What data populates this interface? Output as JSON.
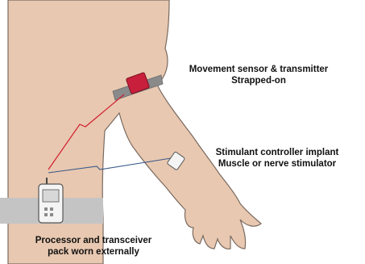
{
  "labels": {
    "sensor": {
      "line1": "Movement sensor & transmitter",
      "line2": "Strapped-on"
    },
    "implant": {
      "line1": "Stimulant controller implant",
      "line2": "Muscle or nerve stimulator"
    },
    "processor": {
      "line1": "Processor and transceiver",
      "line2": "pack worn externally"
    }
  },
  "colors": {
    "skin": "#e8c8b0",
    "skin_outline": "#7a6a60",
    "belt": "#c4c4c4",
    "strap": "#8a8a8a",
    "sensor": "#c8203c",
    "signal_red": "#d02030",
    "signal_blue": "#3a5a8a",
    "device_body": "#f4f4f4",
    "device_screen": "#d8d8d8"
  },
  "icons": [
    "movement-sensor-icon",
    "stimulator-implant-icon",
    "processor-pack-icon"
  ]
}
